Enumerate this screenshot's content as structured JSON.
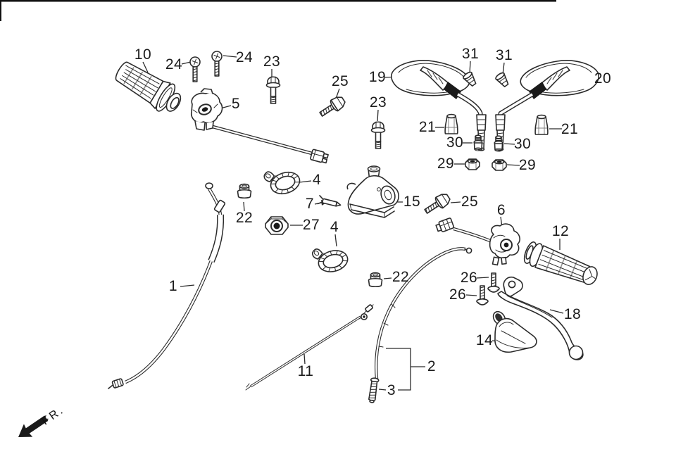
{
  "figure": {
    "type": "exploded-parts-diagram",
    "subject": "handlebar-lever-mirror-assembly",
    "direction_indicator": "FR.",
    "background": "#ffffff",
    "line_color": "#2b2b2b",
    "text_color": "#1c1c1c"
  },
  "callouts": [
    {
      "target": "throttle-grip",
      "label": "10"
    },
    {
      "target": "pan-screw-left",
      "label": "24"
    },
    {
      "target": "pan-screw-right",
      "label": "24"
    },
    {
      "target": "flange-bolt-upper",
      "label": "23"
    },
    {
      "target": "hex-bolt-upper",
      "label": "25"
    },
    {
      "target": "flange-bolt-mid",
      "label": "23"
    },
    {
      "target": "mirror-left",
      "label": "19"
    },
    {
      "target": "cone-cap-left",
      "label": "31"
    },
    {
      "target": "cone-cap-right",
      "label": "31"
    },
    {
      "target": "mirror-right",
      "label": "20"
    },
    {
      "target": "mirror-boot-left",
      "label": "21"
    },
    {
      "target": "mirror-boot-right",
      "label": "21"
    },
    {
      "target": "mirror-adapter-left",
      "label": "30"
    },
    {
      "target": "mirror-nut-left",
      "label": "29"
    },
    {
      "target": "mirror-adapter-right",
      "label": "30"
    },
    {
      "target": "mirror-nut-right",
      "label": "29"
    },
    {
      "target": "throttle-housing",
      "label": "5"
    },
    {
      "target": "tube-clamp-upper",
      "label": "4"
    },
    {
      "target": "cap-nut-upper",
      "label": "22"
    },
    {
      "target": "pin",
      "label": "7"
    },
    {
      "target": "hex-nut",
      "label": "27"
    },
    {
      "target": "lever-holder",
      "label": "15"
    },
    {
      "target": "hex-bolt-mid",
      "label": "25"
    },
    {
      "target": "tube-clamp-lower",
      "label": "4"
    },
    {
      "target": "switch-assembly",
      "label": "6"
    },
    {
      "target": "left-grip",
      "label": "12"
    },
    {
      "target": "cap-nut-lower",
      "label": "22"
    },
    {
      "target": "flange-screw-upper",
      "label": "26"
    },
    {
      "target": "flange-screw-lower",
      "label": "26"
    },
    {
      "target": "brake-lever",
      "label": "18"
    },
    {
      "target": "lever-cover",
      "label": "14"
    },
    {
      "target": "cable-assembly",
      "label": "2"
    },
    {
      "target": "cable-adjuster",
      "label": "3"
    },
    {
      "target": "throttle-cable",
      "label": "1"
    },
    {
      "target": "wire-lead",
      "label": "11"
    }
  ]
}
